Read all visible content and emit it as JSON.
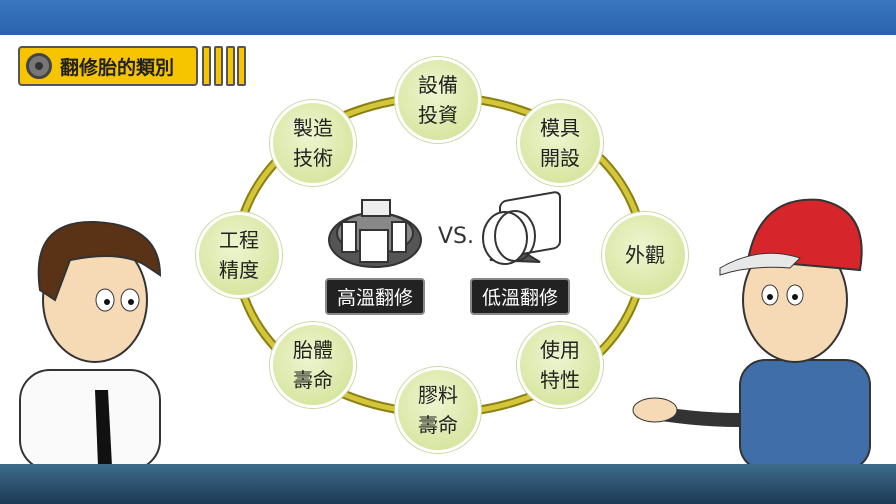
{
  "title": "翻修胎的類別",
  "center": {
    "left_label": "高溫翻修",
    "vs": "VS.",
    "right_label": "低溫翻修"
  },
  "nodes": [
    {
      "line1": "設備",
      "line2": "投資"
    },
    {
      "line1": "模具",
      "line2": "開設"
    },
    {
      "line1": "外觀",
      "line2": ""
    },
    {
      "line1": "使用",
      "line2": "特性"
    },
    {
      "line1": "膠料",
      "line2": "壽命"
    },
    {
      "line1": "胎體",
      "line2": "壽命"
    },
    {
      "line1": "工程",
      "line2": "精度"
    },
    {
      "line1": "製造",
      "line2": "技術"
    }
  ],
  "colors": {
    "accent": "#f7c400",
    "ring": "#b5a82a",
    "node": "#d8e6a0",
    "topbar": "#2f6bb5"
  }
}
